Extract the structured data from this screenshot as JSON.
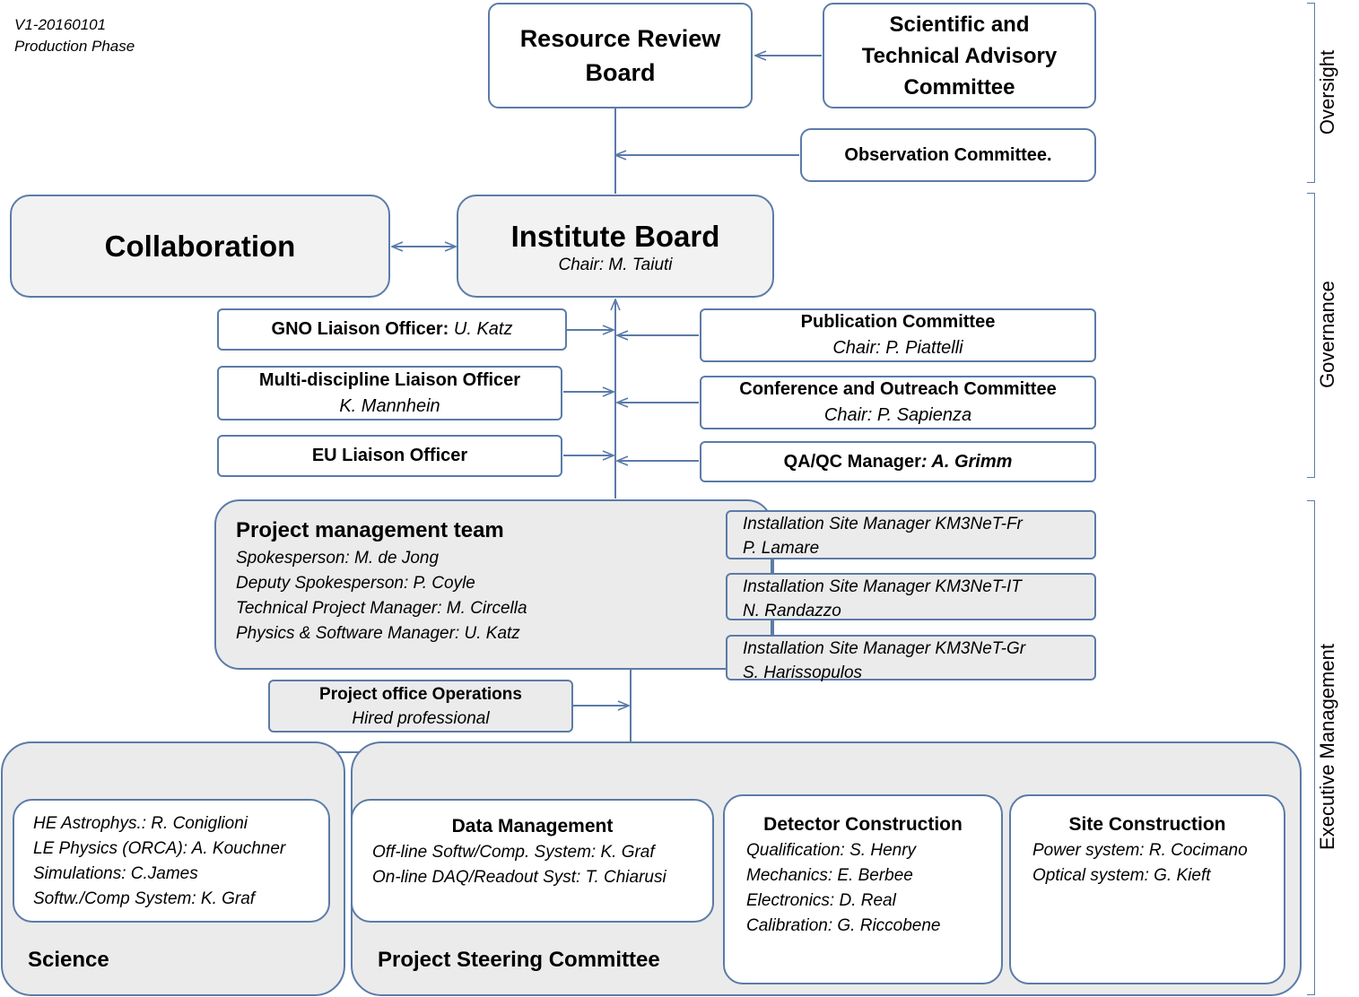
{
  "version": {
    "code": "V1-20160101",
    "phase": "Production Phase"
  },
  "oversight": {
    "rrb": "Resource Review Board",
    "stac": "Scientific and Technical Advisory Committee",
    "obs": "Observation Committee."
  },
  "governance": {
    "collaboration": "Collaboration",
    "ib_title": "Institute Board",
    "ib_chair": "Chair: M. Taiuti",
    "gno_label": "GNO Liaison Officer: ",
    "gno_name": "U. Katz",
    "multi_label": "Multi-discipline Liaison Officer",
    "multi_name": "K. Mannhein",
    "eu_label": "EU Liaison Officer",
    "pub_label": "Publication Committee",
    "pub_chair": "Chair: P. Piattelli",
    "conf_label": "Conference and Outreach Committee",
    "conf_chair": "Chair: P. Sapienza",
    "qa_label": "QA/QC Manager",
    "qa_name": ": A. Grimm"
  },
  "pmt": {
    "title": "Project management team",
    "lines": [
      "Spokesperson: M. de Jong",
      "Deputy Spokesperson: P. Coyle",
      "Technical Project Manager: M. Circella",
      "Physics & Software Manager: U. Katz"
    ]
  },
  "sites": [
    {
      "label": "Installation Site Manager KM3NeT-Fr",
      "name": "P. Lamare"
    },
    {
      "label": "Installation Site Manager KM3NeT-IT",
      "name": "N. Randazzo"
    },
    {
      "label": "Installation Site Manager KM3NeT-Gr",
      "name": "S. Harissopulos"
    }
  ],
  "office": {
    "title": "Project office Operations",
    "sub": "Hired professional"
  },
  "science": {
    "title": "Science",
    "lines": [
      "HE Astrophys.: R. Coniglioni",
      "LE Physics (ORCA): A. Kouchner",
      "Simulations: C.James",
      "Softw./Comp System: K. Graf"
    ]
  },
  "psc": {
    "title": "Project Steering Committee"
  },
  "data_mgmt": {
    "title": "Data Management",
    "lines": [
      "Off-line Softw/Comp. System: K. Graf",
      "On-line DAQ/Readout Syst: T. Chiarusi"
    ]
  },
  "detector": {
    "title": "Detector Construction",
    "lines": [
      "Qualification: S. Henry",
      "Mechanics: E. Berbee",
      "Electronics: D. Real",
      "Calibration: G. Riccobene"
    ]
  },
  "site_constr": {
    "title": "Site Construction",
    "lines": [
      "Power system: R. Cocimano",
      "Optical system: G. Kieft"
    ]
  },
  "side_labels": {
    "oversight": "Oversight",
    "governance": "Governance",
    "executive": "Executive Management"
  },
  "colors": {
    "border": "#5b7ba8",
    "grey_fill": "#ebebeb"
  }
}
